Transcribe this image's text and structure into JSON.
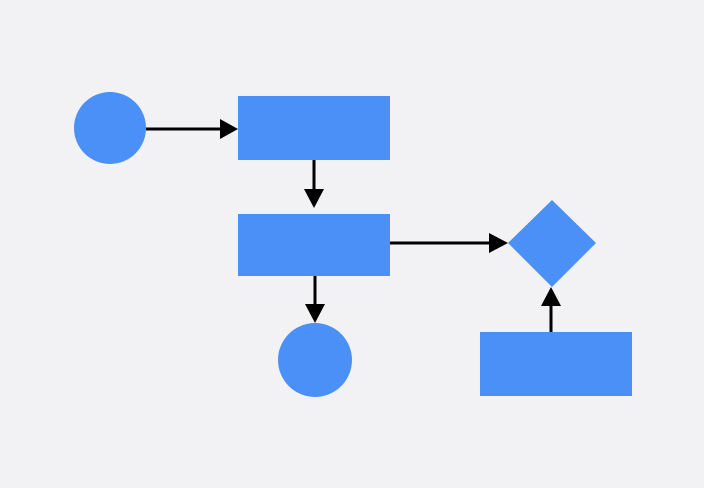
{
  "diagram": {
    "background_color": "#f2f2f5",
    "shape_fill": "#4a90f7",
    "edge_color": "#000000",
    "nodes": [
      {
        "id": "start-circle",
        "shape": "circle",
        "label": ""
      },
      {
        "id": "process-top",
        "shape": "rectangle",
        "label": ""
      },
      {
        "id": "process-middle",
        "shape": "rectangle",
        "label": ""
      },
      {
        "id": "end-circle",
        "shape": "circle",
        "label": ""
      },
      {
        "id": "decision",
        "shape": "diamond",
        "label": ""
      },
      {
        "id": "process-bottom-right",
        "shape": "rectangle",
        "label": ""
      }
    ],
    "edges": [
      {
        "from": "start-circle",
        "to": "process-top"
      },
      {
        "from": "process-top",
        "to": "process-middle"
      },
      {
        "from": "process-middle",
        "to": "decision"
      },
      {
        "from": "process-middle",
        "to": "end-circle"
      },
      {
        "from": "process-bottom-right",
        "to": "decision"
      }
    ]
  }
}
